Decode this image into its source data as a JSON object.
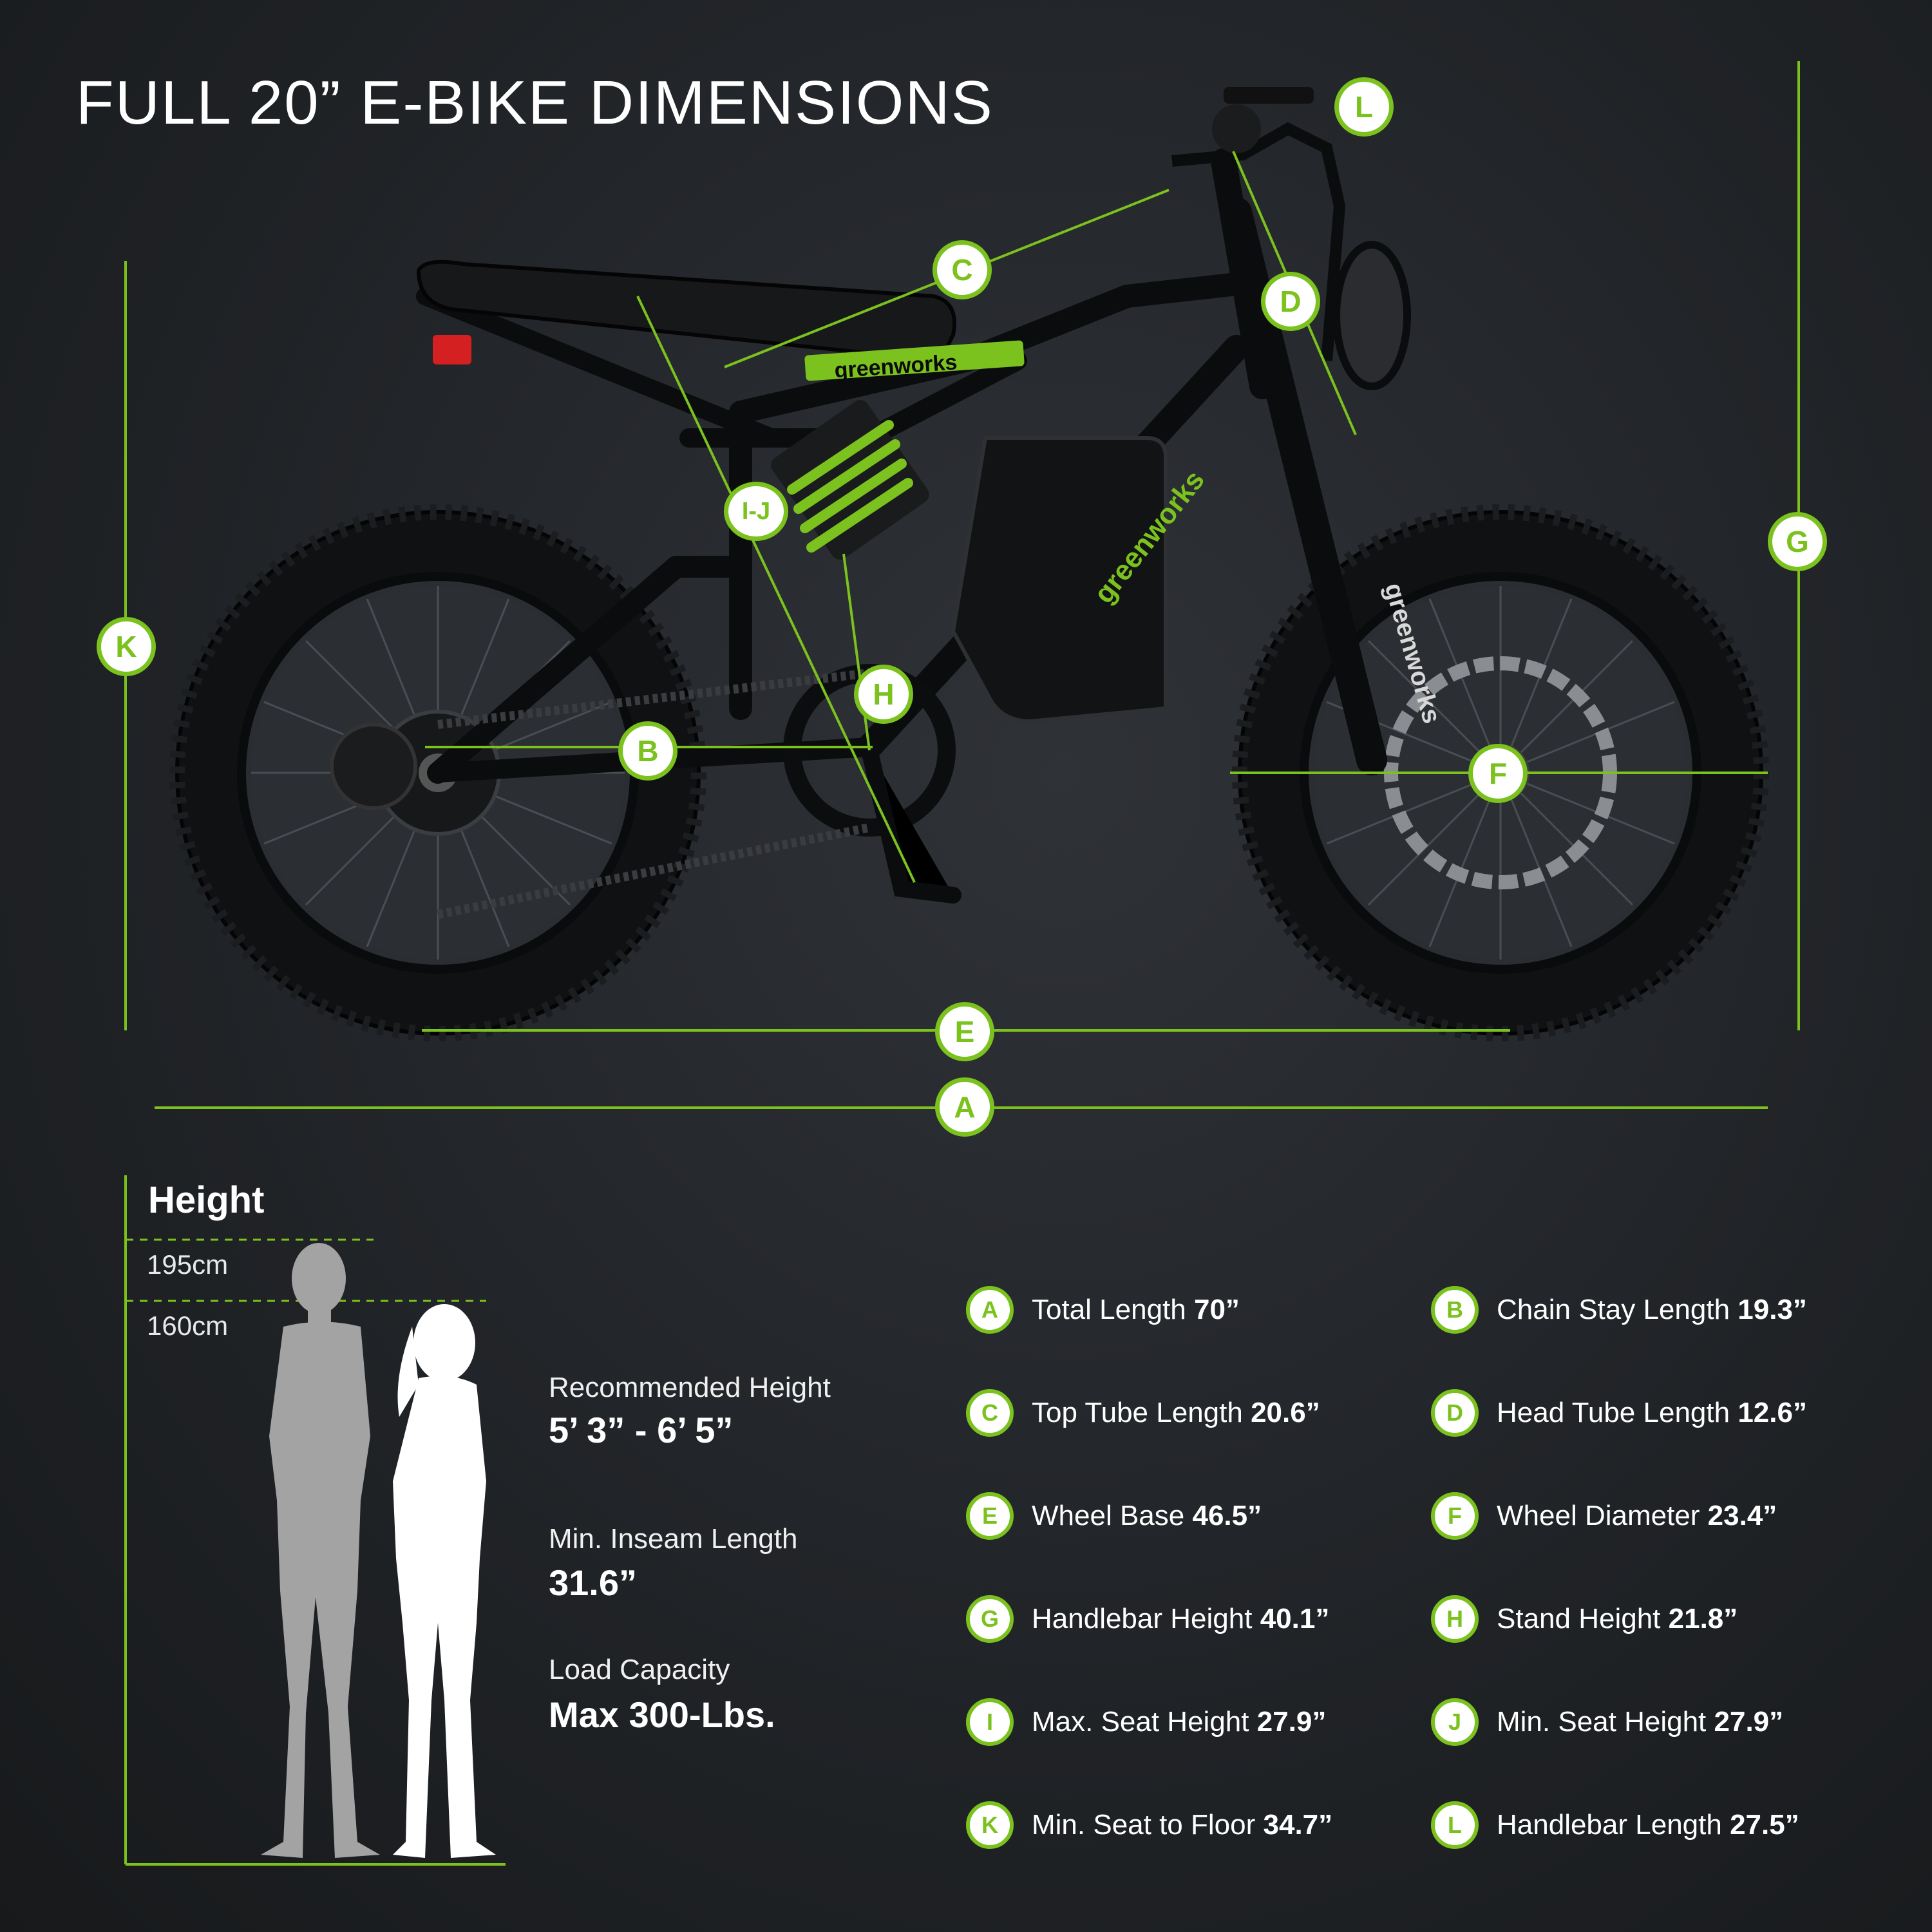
{
  "title": "FULL 20” E-BIKE DIMENSIONS",
  "brand": "greenworks",
  "colors": {
    "accent": "#7bc21e",
    "background": "#1e2124",
    "text": "#ffffff"
  },
  "diagram_badges": [
    "A",
    "B",
    "C",
    "D",
    "E",
    "F",
    "G",
    "H",
    "I-J",
    "K",
    "L"
  ],
  "height_chart": {
    "title": "Height",
    "marks": [
      "195cm",
      "160cm"
    ]
  },
  "recommendations": [
    {
      "label": "Recommended Height",
      "value": "5’ 3” - 6’ 5”"
    },
    {
      "label": "Min. Inseam Length",
      "value": "31.6”"
    },
    {
      "label": "Load Capacity",
      "value": "Max 300-Lbs."
    }
  ],
  "specs": [
    {
      "letter": "A",
      "label": "Total Length",
      "value": "70”"
    },
    {
      "letter": "B",
      "label": "Chain Stay Length",
      "value": "19.3”"
    },
    {
      "letter": "C",
      "label": "Top Tube Length",
      "value": "20.6”"
    },
    {
      "letter": "D",
      "label": "Head Tube Length",
      "value": "12.6”"
    },
    {
      "letter": "E",
      "label": "Wheel Base",
      "value": "46.5”"
    },
    {
      "letter": "F",
      "label": "Wheel Diameter",
      "value": "23.4”"
    },
    {
      "letter": "G",
      "label": "Handlebar Height",
      "value": "40.1”"
    },
    {
      "letter": "H",
      "label": "Stand Height",
      "value": "21.8”"
    },
    {
      "letter": "I",
      "label": "Max. Seat Height",
      "value": "27.9”"
    },
    {
      "letter": "J",
      "label": "Min. Seat Height",
      "value": "27.9”"
    },
    {
      "letter": "K",
      "label": "Min. Seat to Floor",
      "value": "34.7”"
    },
    {
      "letter": "L",
      "label": "Handlebar Length",
      "value": "27.5”"
    }
  ]
}
